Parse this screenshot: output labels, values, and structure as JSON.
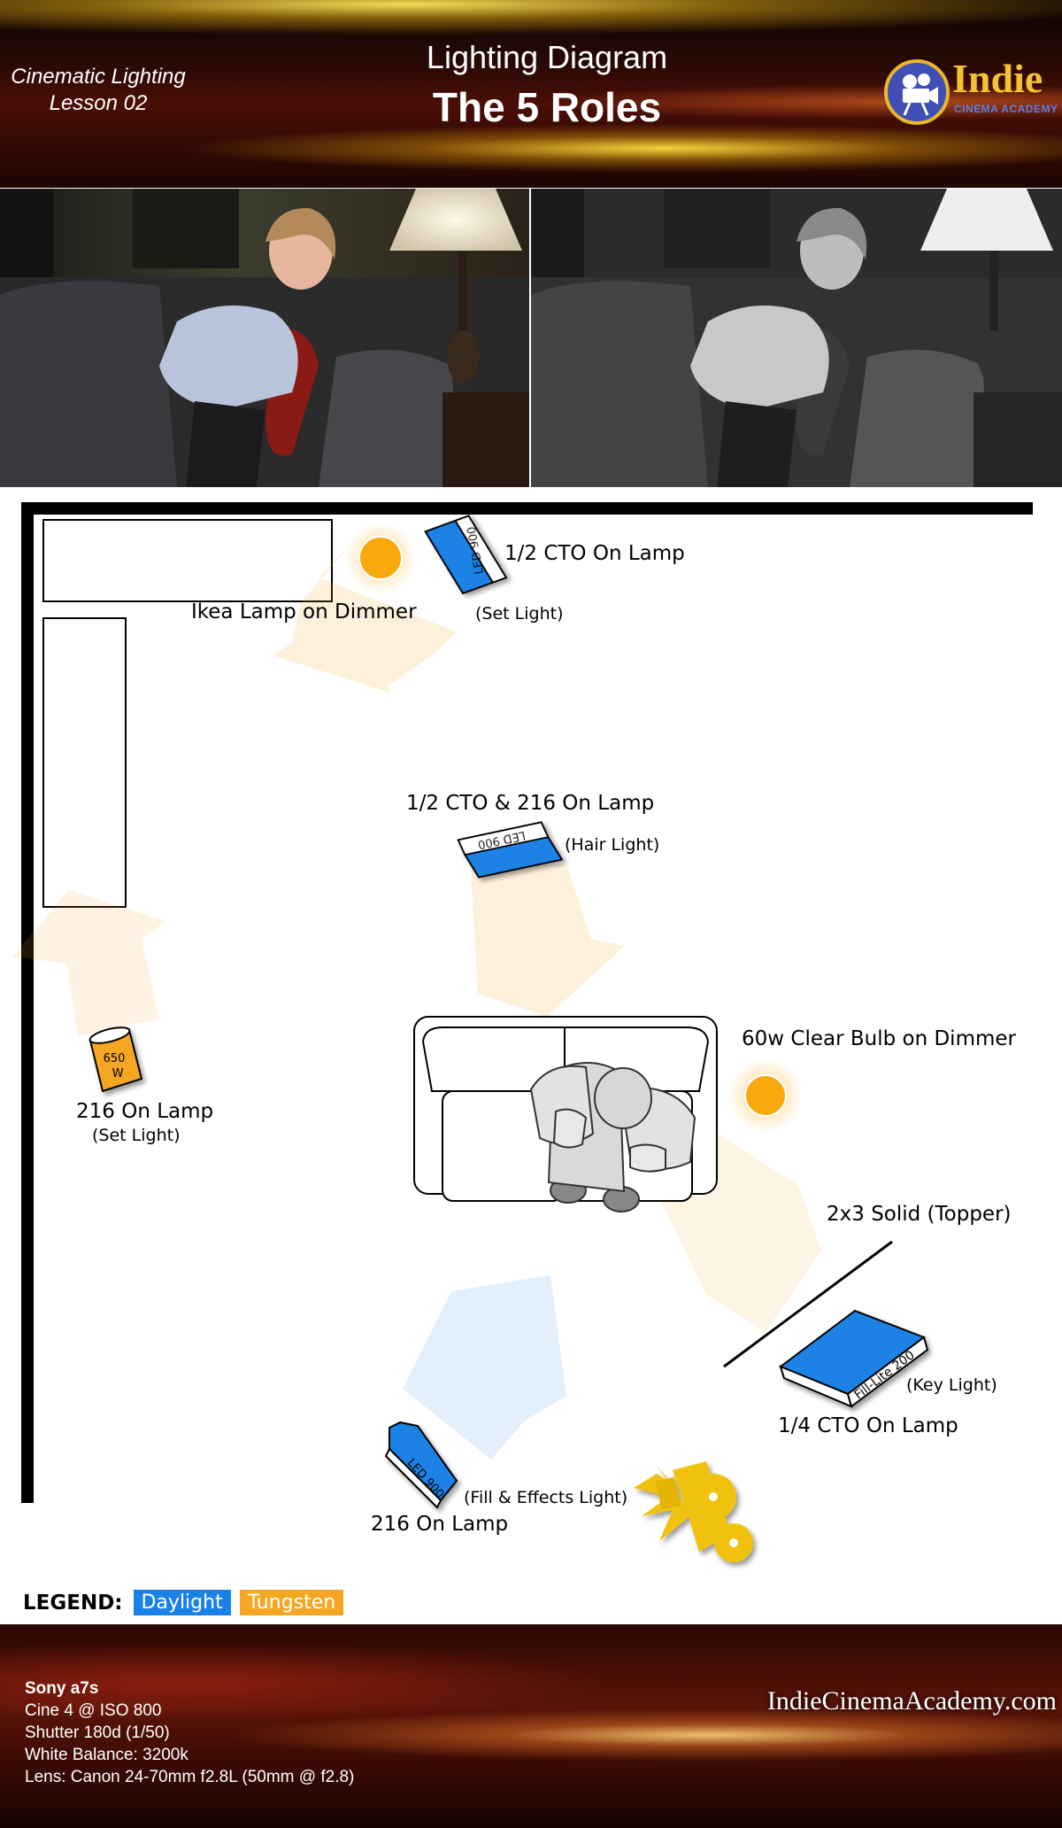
{
  "header": {
    "course": "Cinematic Lighting",
    "lesson": "Lesson 02",
    "title": "Lighting Diagram",
    "subtitle": "The 5 Roles",
    "logo_name": "Indie",
    "logo_sub": "CINEMA ACADEMY"
  },
  "photos": {
    "left": "color",
    "right": "black-and-white"
  },
  "diagram": {
    "lamp_ikea": "Ikea Lamp on Dimmer",
    "led_set_cto": "1/2 CTO On Lamp",
    "led_set_role": "(Set Light)",
    "led_set_badge": "LED 900",
    "hair_cto": "1/2 CTO & 216 On Lamp",
    "hair_role": "(Hair Light)",
    "hair_badge": "LED 900",
    "tungsten_watts_top": "650",
    "tungsten_watts_bottom": "W",
    "tungsten_label": "216 On Lamp",
    "tungsten_role": "(Set Light)",
    "bulb_label": "60w Clear Bulb on Dimmer",
    "solid_label": "2x3 Solid (Topper)",
    "key_badge": "Fill-Lite 200",
    "key_role": "(Key Light)",
    "key_label": "1/4 CTO On Lamp",
    "fill_badge": "LED 900",
    "fill_role": "(Fill & Effects Light)",
    "fill_label": "216 On Lamp"
  },
  "legend": {
    "title": "LEGEND:",
    "items": [
      {
        "label": "Daylight",
        "color": "#1a82e6"
      },
      {
        "label": "Tungsten",
        "color": "#f5a623"
      }
    ]
  },
  "footer": {
    "camera": "Sony a7s",
    "lines": [
      "Cine 4 @ ISO 800",
      "Shutter 180d (1/50)",
      "White Balance: 3200k",
      "Lens: Canon 24-70mm f2.8L (50mm @ f2.8)"
    ],
    "website": "IndieCinemaAcademy.com"
  },
  "colors": {
    "daylight": "#1a82e6",
    "tungsten": "#f5a623",
    "bulb": "#f7a90e",
    "camera": "#f0c20f"
  }
}
